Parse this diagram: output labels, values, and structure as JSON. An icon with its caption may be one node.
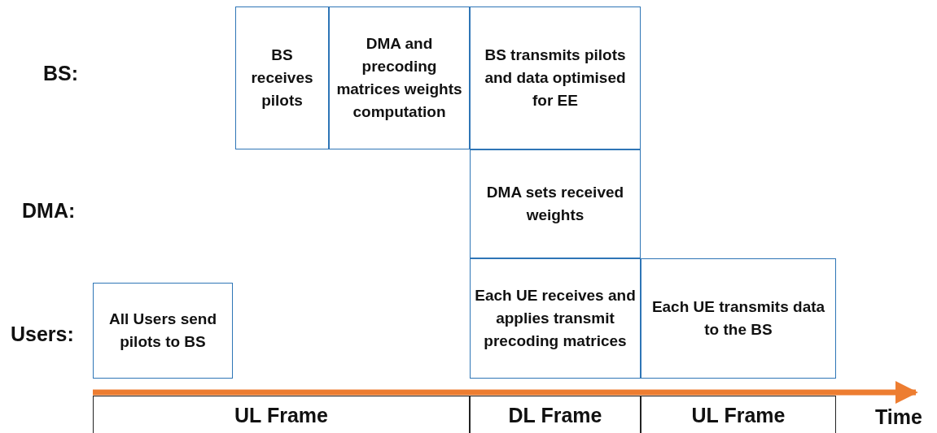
{
  "diagram": {
    "nodes": [
      {
        "text": [
          "BS receives pilots"
        ]
      },
      {
        "text": [
          "DMA and precoding matrices weights computation"
        ]
      },
      {
        "text": [
          "BS transmits pilots and data optimised for EE"
        ]
      },
      {
        "text": [
          "DMA sets received weights"
        ]
      },
      {
        "text": [
          "All Users send pilots to BS"
        ]
      },
      {
        "text": [
          "Each UE receives and applies transmit precoding matrices"
        ]
      },
      {
        "text": [
          "Each UE transmits data to the BS"
        ]
      },
      {
        "text": [
          "UL Frame"
        ]
      },
      {
        "text": [
          "DL Frame"
        ]
      },
      {
        "text": [
          "UL Frame"
        ]
      }
    ],
    "labels": [
      "BS:",
      "DMA:",
      "Users:",
      "Time"
    ]
  }
}
